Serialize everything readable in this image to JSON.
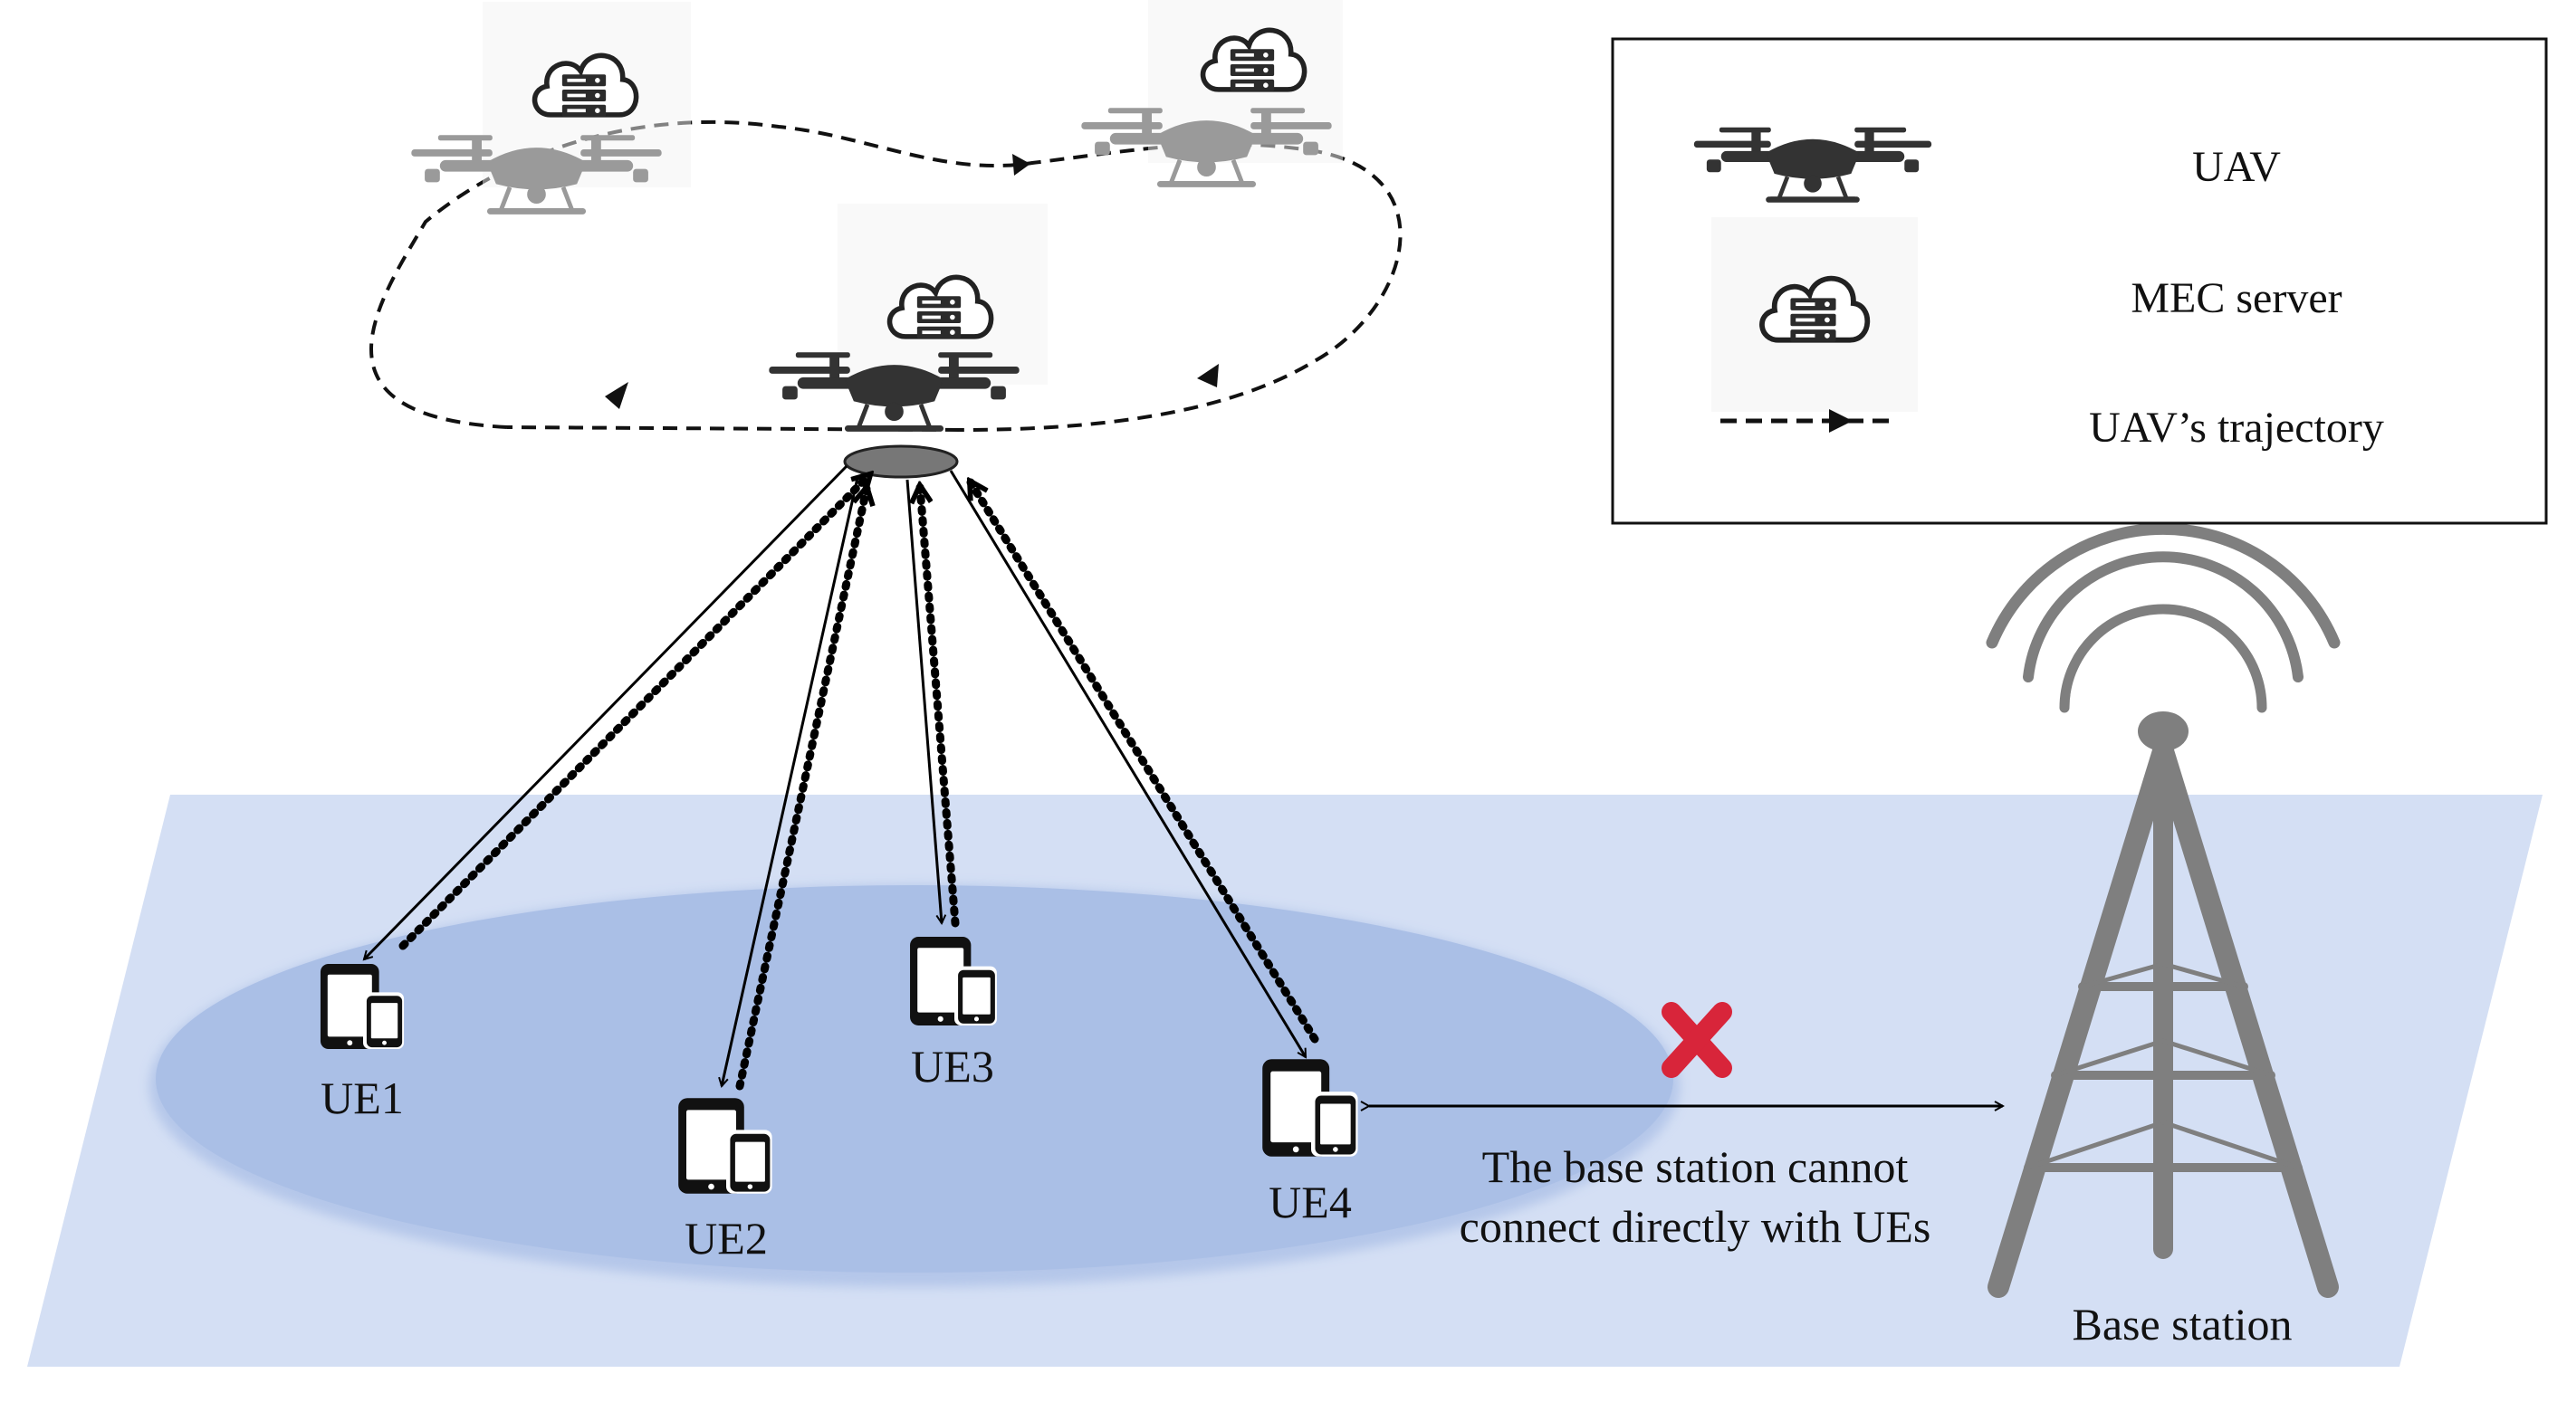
{
  "legend": {
    "uav_label": "UAV",
    "mec_label": "MEC server",
    "trajectory_label": "UAV’s trajectory"
  },
  "devices": [
    {
      "label": "UE1"
    },
    {
      "label": "UE2"
    },
    {
      "label": "UE3"
    },
    {
      "label": "UE4"
    }
  ],
  "note": {
    "line1": "The base station cannot",
    "line2": "connect directly with UEs"
  },
  "base_station": {
    "label": "Base station"
  },
  "colors": {
    "ground": "#d4dff4",
    "coverage": "#aabfe6",
    "blocked_mark": "#d8253a",
    "tower": "#7f7f7f",
    "uav_active": "#3a3a3a",
    "uav_ghost": "#9a9a9a"
  },
  "icons": [
    "uav-icon",
    "cloud-server-icon",
    "phone-tablet-icon",
    "signal-waves-icon",
    "cross-icon"
  ]
}
